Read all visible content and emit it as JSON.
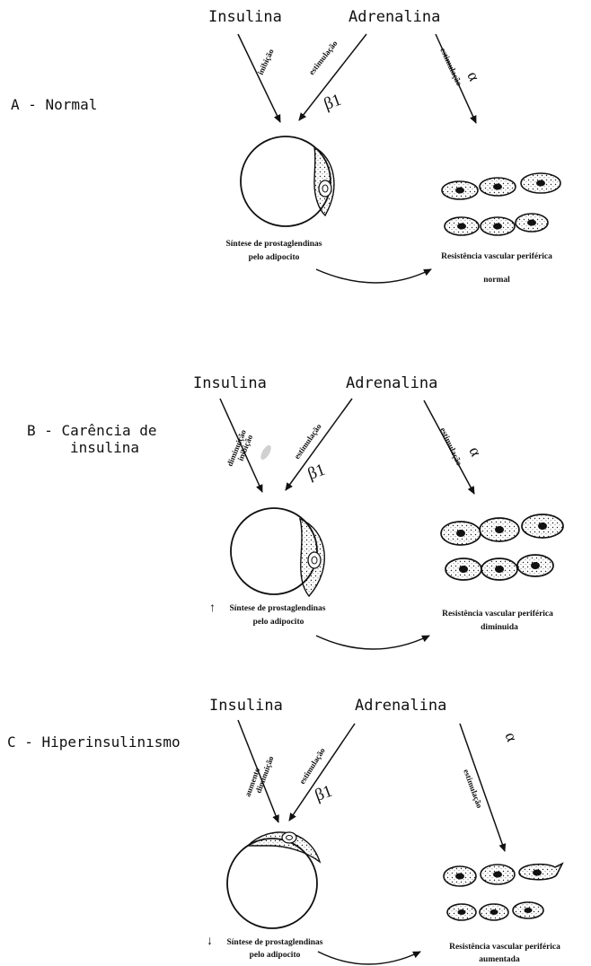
{
  "panels": [
    {
      "id": "A",
      "label": "A - Normal",
      "hormone_left": "Insulina",
      "hormone_right": "Adrenalina",
      "insulin_arrow_label": [
        "inibição"
      ],
      "beta_arrow_label": "estimulação",
      "beta_symbol": "β1",
      "alpha_arrow_label": "estimulação",
      "alpha_symbol": "α",
      "synthesis_marker": "",
      "synthesis_text": "Síntese de prostaglendinas",
      "synthesis_text2": "pelo adipocito",
      "resistance_text": "Resistência vascular periférica",
      "resistance_state": "normal"
    },
    {
      "id": "B",
      "label": "B - Carência de",
      "label2": "insulina",
      "hormone_left": "Insulina",
      "hormone_right": "Adrenalina",
      "insulin_arrow_label": [
        "diminuição",
        "inibição"
      ],
      "beta_arrow_label": "estimulação",
      "beta_symbol": "β1",
      "alpha_arrow_label": "estimulação",
      "alpha_symbol": "α",
      "synthesis_marker": "↑",
      "synthesis_text": "Síntese de prostaglendinas",
      "synthesis_text2": "pelo adipocito",
      "resistance_text": "Resistência vascular periférica",
      "resistance_state": "diminuida"
    },
    {
      "id": "C",
      "label": "C - Hiperinsulinısmo",
      "hormone_left": "Insulina",
      "hormone_right": "Adrenalina",
      "insulin_arrow_label": [
        "aumento",
        "diminuição"
      ],
      "beta_arrow_label": "estimulação",
      "beta_symbol": "β1",
      "alpha_arrow_label": "estimulação",
      "alpha_symbol": "α",
      "synthesis_marker": "↓",
      "synthesis_text": "Síntese de prostaglendinas",
      "synthesis_text2": "pelo adipocito",
      "resistance_text": "Resistência vascular periférica",
      "resistance_state": "aumentada"
    }
  ]
}
